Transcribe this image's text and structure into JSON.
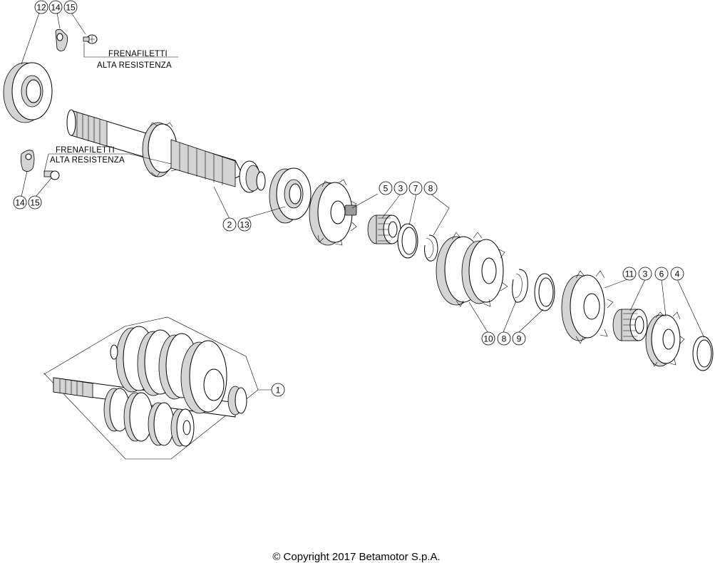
{
  "diagram": {
    "callouts": {
      "c12_top": "12",
      "c14_top": "14",
      "c15_top": "15",
      "c14_left": "14",
      "c15_left": "15",
      "c2": "2",
      "c13": "13",
      "c5": "5",
      "c3_a": "3",
      "c7": "7",
      "c8_a": "8",
      "c10": "10",
      "c8_b": "8",
      "c9": "9",
      "c11": "11",
      "c3_b": "3",
      "c6": "6",
      "c4": "4",
      "c1": "1"
    },
    "notes": {
      "top_line1": "FRENAFILETTI",
      "top_line2": "ALTA RESISTENZA",
      "left_line1": "FRENAFILETTI",
      "left_line2": "ALTA RESISTENZA"
    }
  },
  "footer": {
    "copyright": "© Copyright 2017 Betamotor S.p.A."
  }
}
